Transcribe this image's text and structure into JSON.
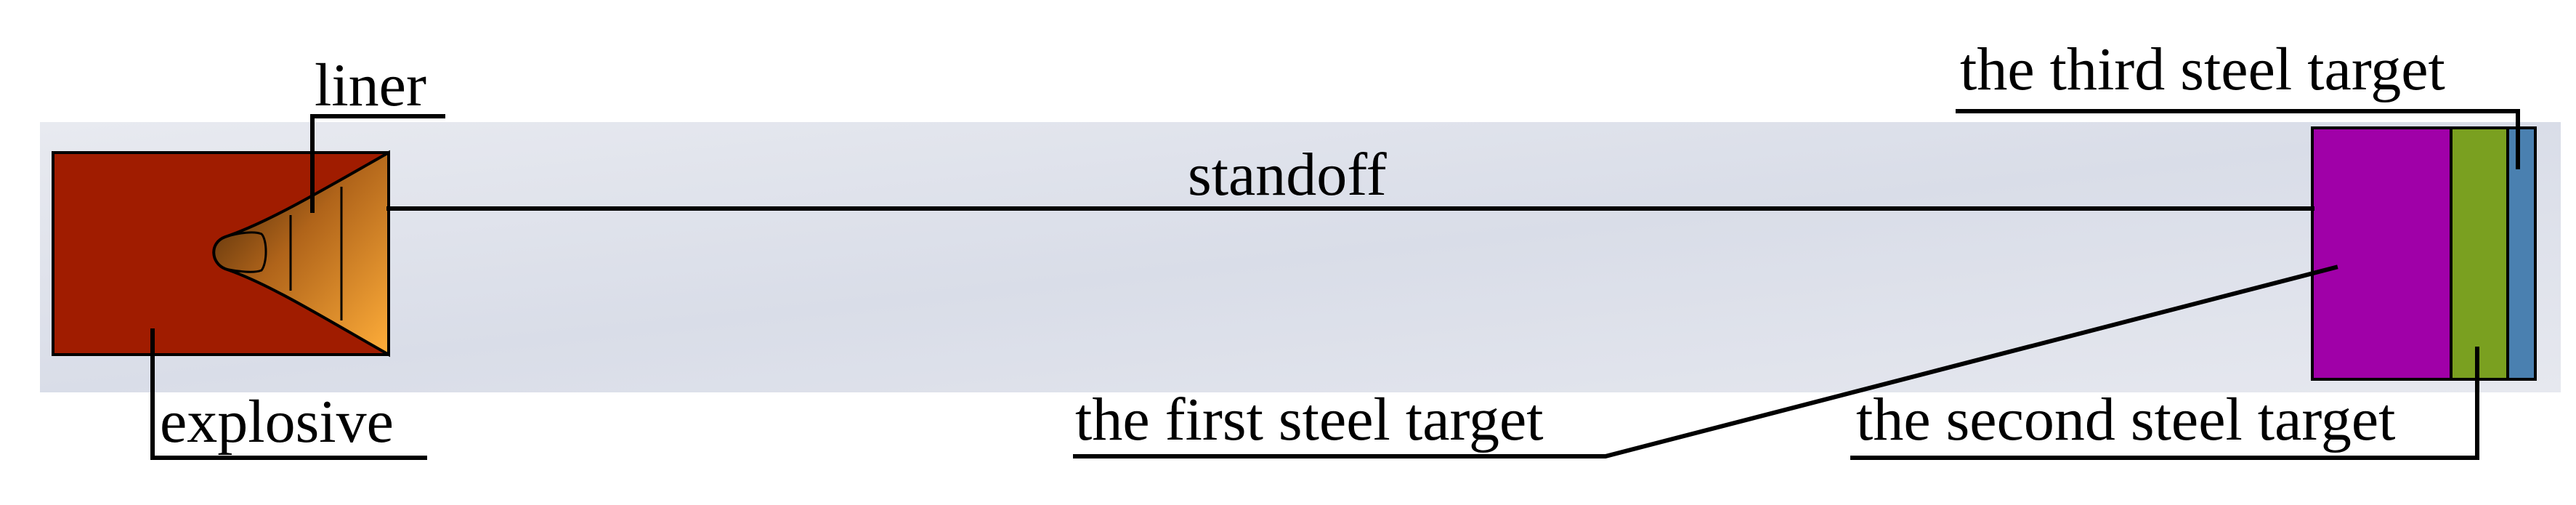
{
  "labels": {
    "liner": "liner",
    "standoff": "standoff",
    "explosive": "explosive",
    "first_target": "the first steel target",
    "second_target": "the second steel target",
    "third_target": "the third steel target"
  },
  "colors": {
    "background_panel": "#dde1ea",
    "explosive": "#a01c00",
    "liner_dark": "#4a2a08",
    "liner_light": "#f6a030",
    "first_target": "#a000a8",
    "second_target": "#7aa020",
    "third_target": "#4a80b0",
    "lines": "#000000"
  }
}
